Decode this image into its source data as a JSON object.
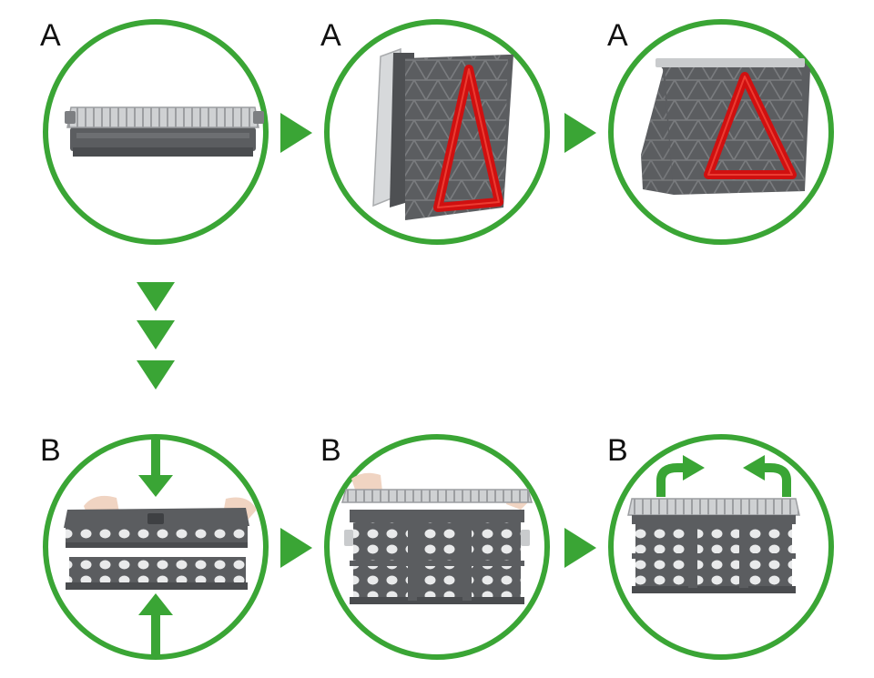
{
  "colors": {
    "ring": "#3aa535",
    "arrow": "#3aa535",
    "crate_dark": "#5b5d60",
    "crate_mid": "#6d6f72",
    "lid_light": "#c9cbcd",
    "reflector": "#d01010"
  },
  "steps": [
    {
      "label": "A",
      "icon": "flat-folded-crate-icon"
    },
    {
      "label": "A",
      "icon": "half-unfolded-triangle-crate-icon"
    },
    {
      "label": "A",
      "icon": "standing-triangle-crate-icon"
    },
    {
      "label": "B",
      "icon": "pressing-crate-walls-icon"
    },
    {
      "label": "B",
      "icon": "placing-lid-icon"
    },
    {
      "label": "B",
      "icon": "closing-lid-icon"
    }
  ]
}
